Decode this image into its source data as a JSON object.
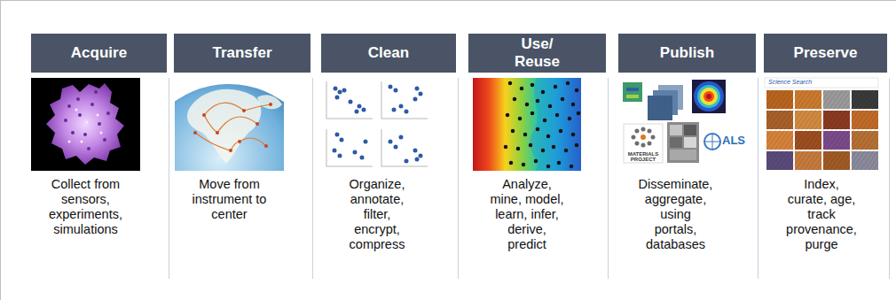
{
  "diagram": {
    "nodes": [
      {
        "text": [
          "Acquire",
          "Collect from sensors, experiments, simulations"
        ]
      },
      {
        "text": [
          "Transfer",
          "Move from instrument to center"
        ]
      },
      {
        "text": [
          "Clean",
          "Organize, annotate, filter, encrypt, compress"
        ]
      },
      {
        "text": [
          "Use/ Reuse",
          "Analyze, mine, model, learn, infer, derive, predict"
        ]
      },
      {
        "text": [
          "Publish",
          "Disseminate, aggregate, using portals, databases"
        ]
      },
      {
        "text": [
          "Preserve",
          "Index, curate, age, track provenance, purge"
        ]
      }
    ],
    "labels": [
      "ALS",
      "MATERIALS PROJECT",
      "Science Search"
    ]
  }
}
